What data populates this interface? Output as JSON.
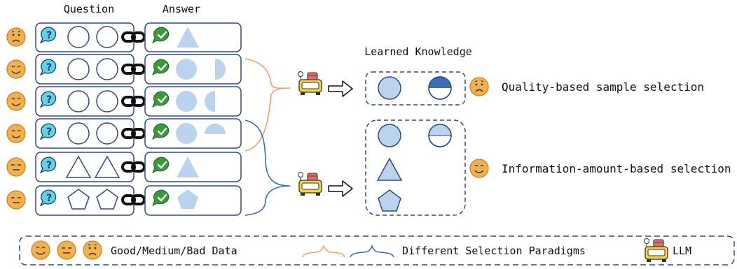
{
  "headers": {
    "question": "Question",
    "answer": "Answer"
  },
  "learned_knowledge": "Learned Knowledge",
  "selections": {
    "quality": "Quality-based sample selection",
    "information": "Information-amount-based selection"
  },
  "rows": [
    {
      "quality": "bad",
      "question_shape": "circle",
      "answer_shapes": [
        "triangle"
      ]
    },
    {
      "quality": "good",
      "question_shape": "circle",
      "answer_shapes": [
        "circle",
        "half-circle-right"
      ]
    },
    {
      "quality": "good",
      "question_shape": "circle",
      "answer_shapes": [
        "circle",
        "half-circle-left"
      ]
    },
    {
      "quality": "good",
      "question_shape": "circle",
      "answer_shapes": [
        "circle",
        "half-circle-top"
      ]
    },
    {
      "quality": "medium",
      "question_shape": "triangle",
      "answer_shapes": [
        "triangle"
      ]
    },
    {
      "quality": "medium",
      "question_shape": "pentagon",
      "answer_shapes": [
        "pentagon"
      ]
    }
  ],
  "legend": {
    "data_quality": "Good/Medium/Bad Data",
    "paradigms": "Different Selection Paradigms",
    "llm": "LLM"
  },
  "colors": {
    "box_border": "#2b4a8a",
    "shape_fill": "#bcd3ee",
    "shape_dark": "#3d6fb3",
    "face": "#f4b04d",
    "orange_brace": "#f2a06a",
    "blue_brace": "#3a6ab4",
    "check_green": "#3a9a3a",
    "question_bubble": "#62d3e6"
  },
  "icons": [
    "face-bad-icon",
    "face-good-icon",
    "face-medium-icon",
    "question-bubble-icon",
    "chain-link-icon",
    "check-bubble-icon",
    "llm-robot-icon",
    "arrow-right-icon"
  ]
}
